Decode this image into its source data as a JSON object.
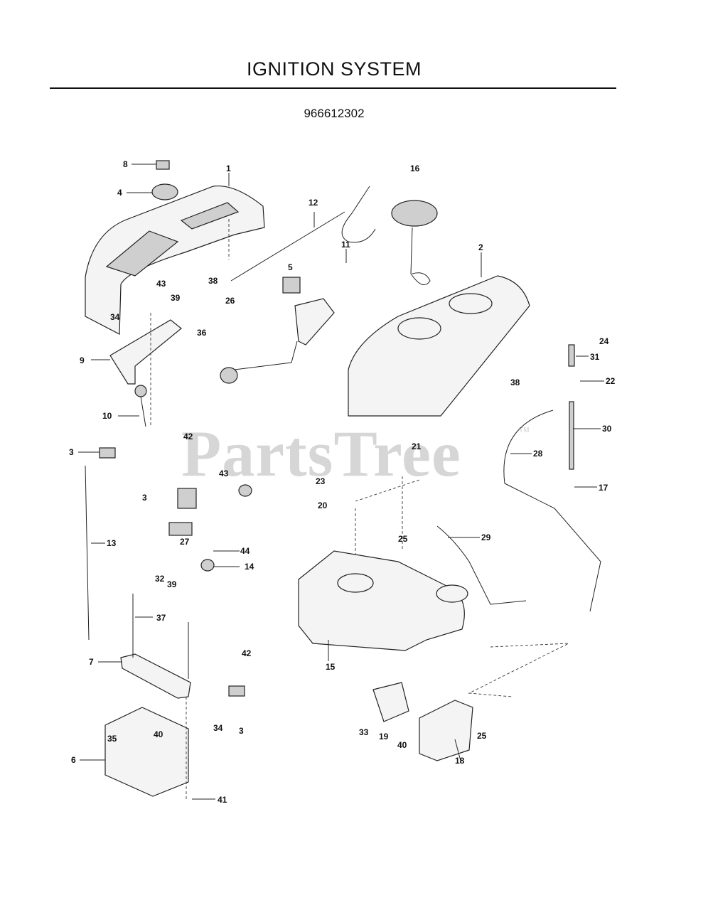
{
  "title": "IGNITION SYSTEM",
  "model_number": "966612302",
  "watermark": "PartsTree",
  "watermark_tm": "TM",
  "callouts": [
    "1",
    "2",
    "3",
    "3",
    "3",
    "4",
    "5",
    "6",
    "7",
    "8",
    "9",
    "10",
    "11",
    "12",
    "13",
    "14",
    "15",
    "16",
    "17",
    "18",
    "19",
    "20",
    "21",
    "22",
    "23",
    "24",
    "25",
    "25",
    "26",
    "27",
    "28",
    "29",
    "30",
    "31",
    "32",
    "33",
    "34",
    "34",
    "35",
    "36",
    "37",
    "38",
    "38",
    "39",
    "39",
    "40",
    "40",
    "41",
    "42",
    "42",
    "43",
    "43",
    "44"
  ]
}
